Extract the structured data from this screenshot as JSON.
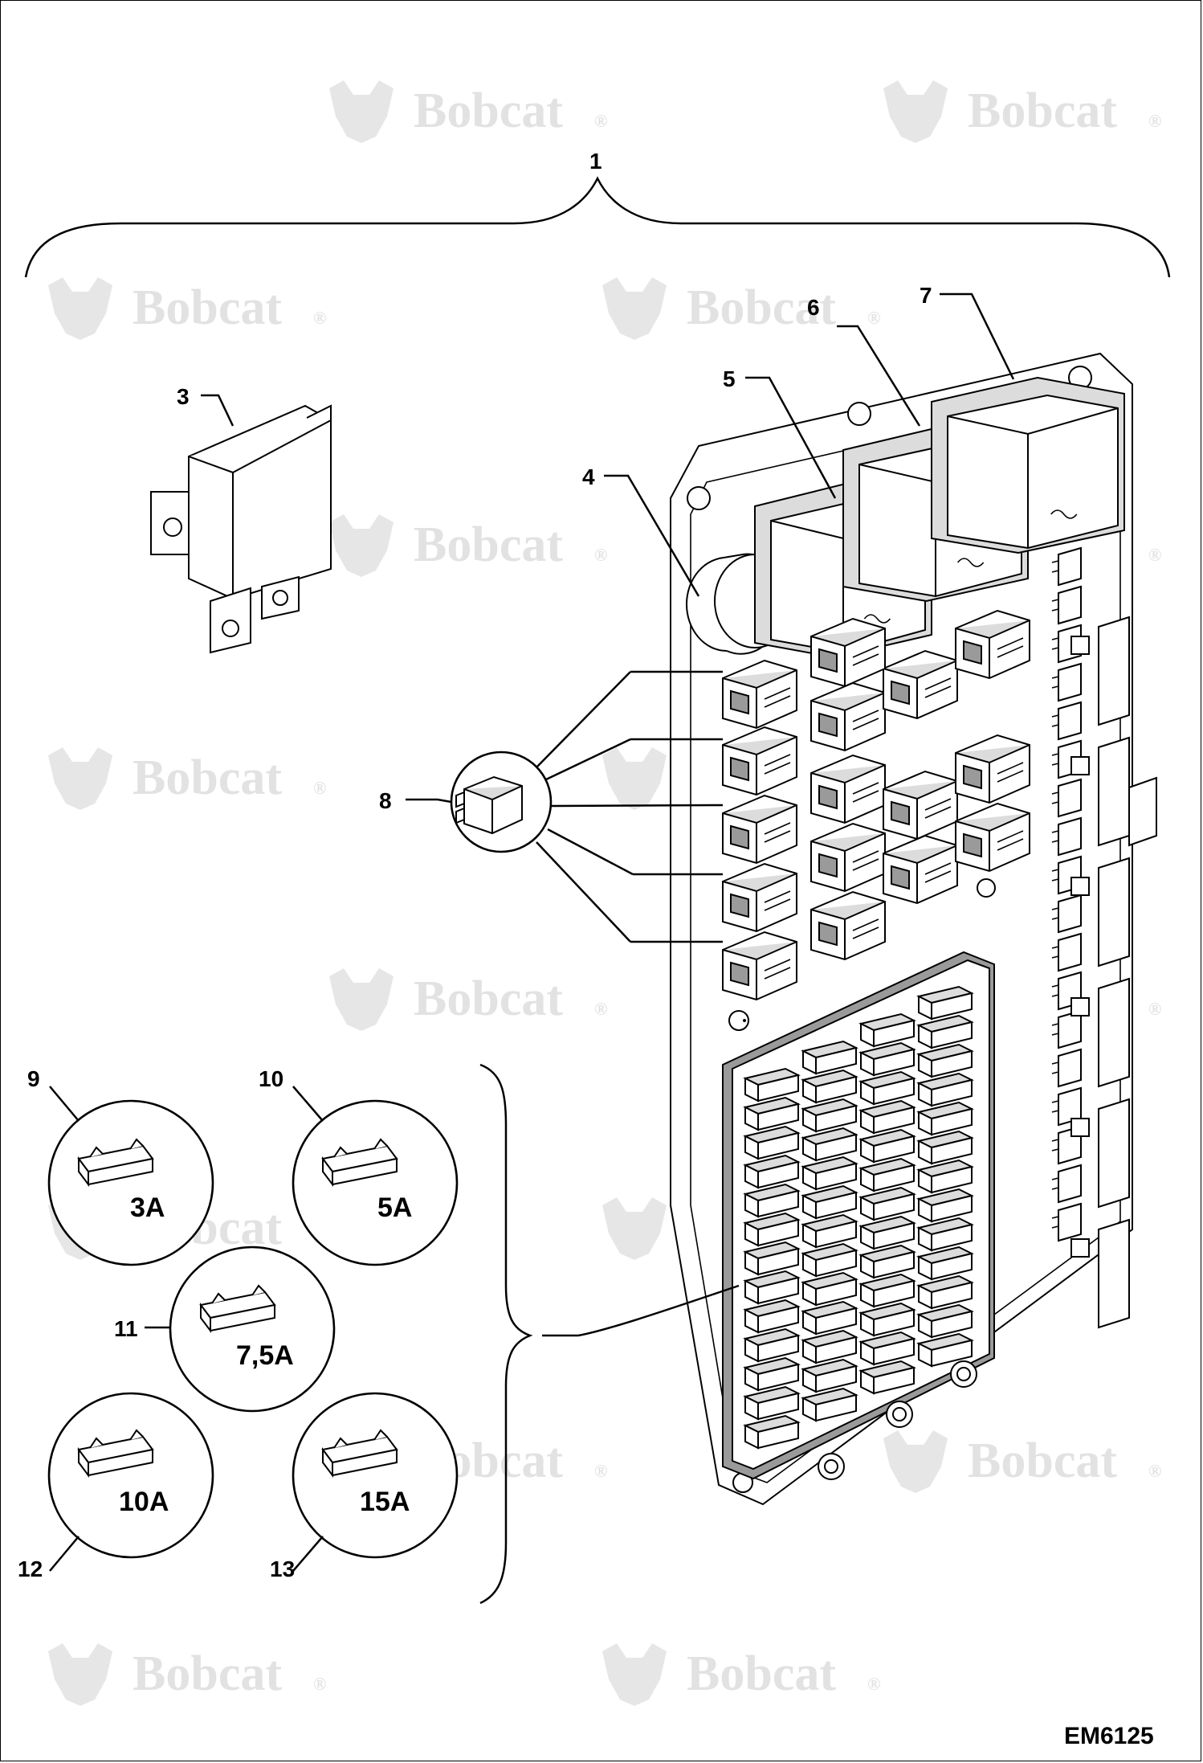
{
  "diagram": {
    "drawing_code": "EM6125",
    "watermark": {
      "brand": "Bobcat",
      "brand_mark": "®",
      "icon": "bobcat-head-logo"
    },
    "callouts": [
      "1",
      "3",
      "4",
      "5",
      "6",
      "7",
      "8",
      "9",
      "10",
      "11",
      "12",
      "13"
    ],
    "fuse_ratings": [
      {
        "callout": "9",
        "rating": "3A"
      },
      {
        "callout": "10",
        "rating": "5A"
      },
      {
        "callout": "11",
        "rating": "7,5A"
      },
      {
        "callout": "12",
        "rating": "10A"
      },
      {
        "callout": "13",
        "rating": "15A"
      }
    ],
    "colors": {
      "line": "#000000",
      "watermark": "#e2e2e2",
      "shade": "#9a9a9a"
    }
  }
}
